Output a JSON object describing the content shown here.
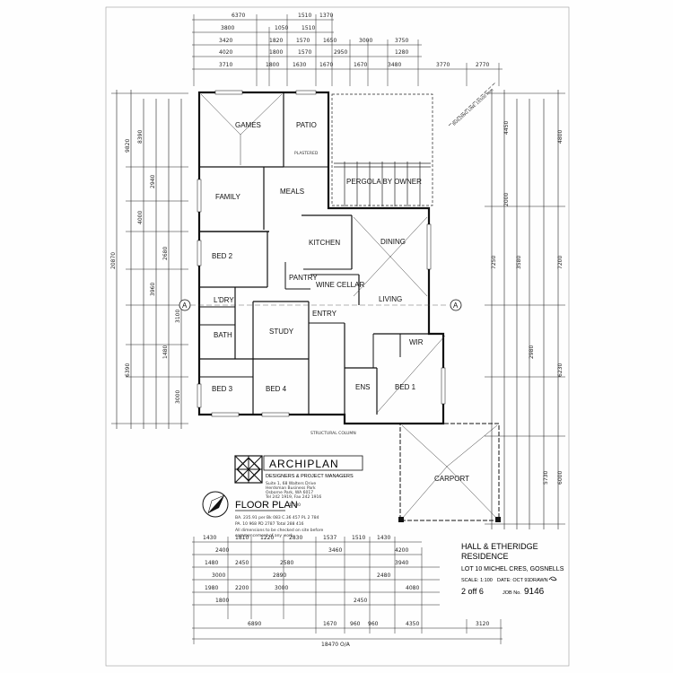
{
  "rooms": {
    "games": "GAMES",
    "patio": "PATIO",
    "family": "FAMILY",
    "meals": "MEALS",
    "pergola": "PERGOLA  BY OWNER",
    "kitchen": "KITCHEN",
    "dining": "DINING",
    "bed2": "BED 2",
    "pantry": "PANTRY",
    "wine_cellar": "WINE CELLAR",
    "lndry": "L'DRY",
    "living": "LIVING",
    "entry": "ENTRY",
    "bath": "BATH",
    "study": "STUDY",
    "wir": "WIR",
    "bed3": "BED 3",
    "bed4": "BED 4",
    "ens": "ENS",
    "bed1": "BED 1",
    "carport": "CARPORT"
  },
  "section_markers": [
    "A",
    "A"
  ],
  "firm": {
    "name": "ARCHIPLAN",
    "tagline": "DESIGNERS & PROJECT MANAGERS",
    "address_lines": [
      "Suite 1, 68 Walters Drive",
      "Herdsman Business Park",
      "Osborne Park, WA 6017",
      "Tel 242 1919, Fax 242 1916"
    ]
  },
  "drawing": {
    "label": "FLOOR PLAN",
    "scale_note": "1:100",
    "spec_lines": [
      "BA. 235.91 per Bk 083 C.36 457  PL 2 784",
      "PA. 10 968  PD 2787  Total 288 416"
    ],
    "notice_lines": [
      "All dimensions to be checked on site before",
      "commencement of any work."
    ]
  },
  "project": {
    "title_line1": "HALL & ETHERIDGE",
    "title_line2": "RESIDENCE",
    "lot": "LOT 10  MICHEL CRES, GOSNELLS",
    "scale": "SCALE: 1:100",
    "date": "DATE: OCT 91",
    "drawn": "DRAWN",
    "sheet": "2 off 6",
    "job_label": "JOB No.",
    "job_no": "9146"
  },
  "dimensions": {
    "top": [
      [
        "6370",
        "1510",
        "1370"
      ],
      [
        "3800",
        "1050",
        "1510"
      ],
      [
        "3420",
        "1820",
        "1570",
        "1650",
        "3000",
        "3750"
      ],
      [
        "4020",
        "1800",
        "1570",
        "2950",
        "1280"
      ],
      [
        "3710",
        "1800",
        "1630",
        "1670",
        "1670",
        "3480",
        "3770",
        "2770"
      ]
    ],
    "bottom": [
      [
        "1430",
        "1810",
        "1220",
        "2830",
        "1537",
        "1510",
        "1430"
      ],
      [
        "2400",
        "3460",
        "4200"
      ],
      [
        "1480",
        "2450",
        "2580",
        "3940"
      ],
      [
        "3000",
        "2890",
        "2480"
      ],
      [
        "1980",
        "2200",
        "3000",
        "4080"
      ],
      [
        "1800",
        "2450"
      ],
      [
        "6890",
        "1670",
        "960",
        "960",
        "4350",
        "3120"
      ],
      [
        "18470 O/A"
      ]
    ],
    "left": [
      "20870",
      "9820",
      "6390",
      "8390",
      "4000",
      "2940",
      "3960",
      "2680",
      "1480",
      "3100",
      "3000"
    ],
    "right": [
      "4800",
      "4450",
      "2000",
      "7200",
      "7250",
      "3580",
      "2980",
      "5730",
      "6000",
      "6230"
    ]
  },
  "annotations": {
    "building_line": "BUILDING LINE 18500 mm",
    "north_note": "PLASTERED",
    "structural": "STRUCTURAL COLUMN"
  }
}
